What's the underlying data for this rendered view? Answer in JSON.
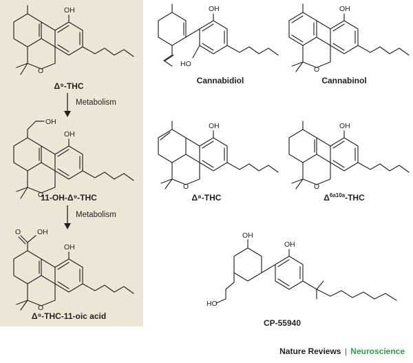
{
  "labels": {
    "thc": "Δ⁹-THC",
    "oh_thc": "11-OH-Δ⁹-THC",
    "thc_acid": "Δ⁹-THC-11-oic acid",
    "cannabidiol": "Cannabidiol",
    "cannabinol": "Cannabinol",
    "d8_thc": "Δ⁸-THC",
    "d6a10a_thc": "Δ6a10a-THC",
    "cp55940": "CP-55940"
  },
  "arrows": {
    "metabolism_1": "Metabolism",
    "metabolism_2": "Metabolism"
  },
  "atoms": {
    "oh": "OH",
    "ho": "HO",
    "o": "O"
  },
  "footer": {
    "journal": "Nature Reviews",
    "separator": "|",
    "subject": "Neuroscience"
  },
  "colors": {
    "panel_bg": "#ece6d6",
    "ink": "#231f20",
    "accent_green": "#2e9e4a"
  }
}
